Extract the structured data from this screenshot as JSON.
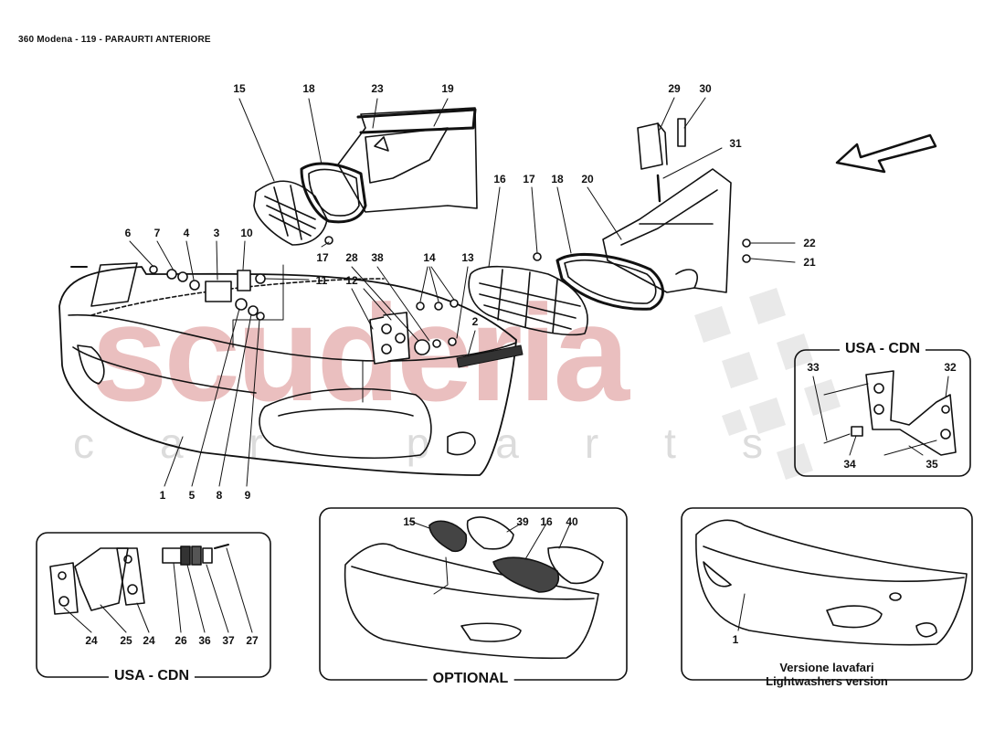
{
  "header": {
    "title": "360 Modena - 119 - PARAURTI ANTERIORE"
  },
  "watermark": {
    "main": "scuderia",
    "sub": "car parts"
  },
  "panels": {
    "usa_cdn_left": {
      "title": "USA - CDN"
    },
    "optional": {
      "title": "OPTIONAL"
    },
    "lightwashers": {
      "caption_it": "Versione lavafari",
      "caption_en": "Lightwashers version"
    },
    "usa_cdn_right": {
      "title": "USA - CDN"
    }
  },
  "callouts": {
    "main": [
      "15",
      "18",
      "23",
      "19",
      "29",
      "30",
      "31",
      "6",
      "7",
      "4",
      "3",
      "10",
      "11",
      "17",
      "28",
      "38",
      "12",
      "14",
      "13",
      "16",
      "17",
      "18",
      "20",
      "22",
      "21",
      "2",
      "1",
      "5",
      "8",
      "9"
    ],
    "usa_cdn_right": [
      "33",
      "32",
      "34",
      "35"
    ],
    "usa_cdn_left": [
      "24",
      "25",
      "24",
      "26",
      "36",
      "37",
      "27"
    ],
    "optional": [
      "15",
      "39",
      "16",
      "40"
    ],
    "lightwashers": [
      "1"
    ]
  },
  "icons": {
    "direction_arrow": "direction-arrow-icon"
  },
  "colors": {
    "watermark": "#e7b5b5",
    "line": "#111111"
  }
}
